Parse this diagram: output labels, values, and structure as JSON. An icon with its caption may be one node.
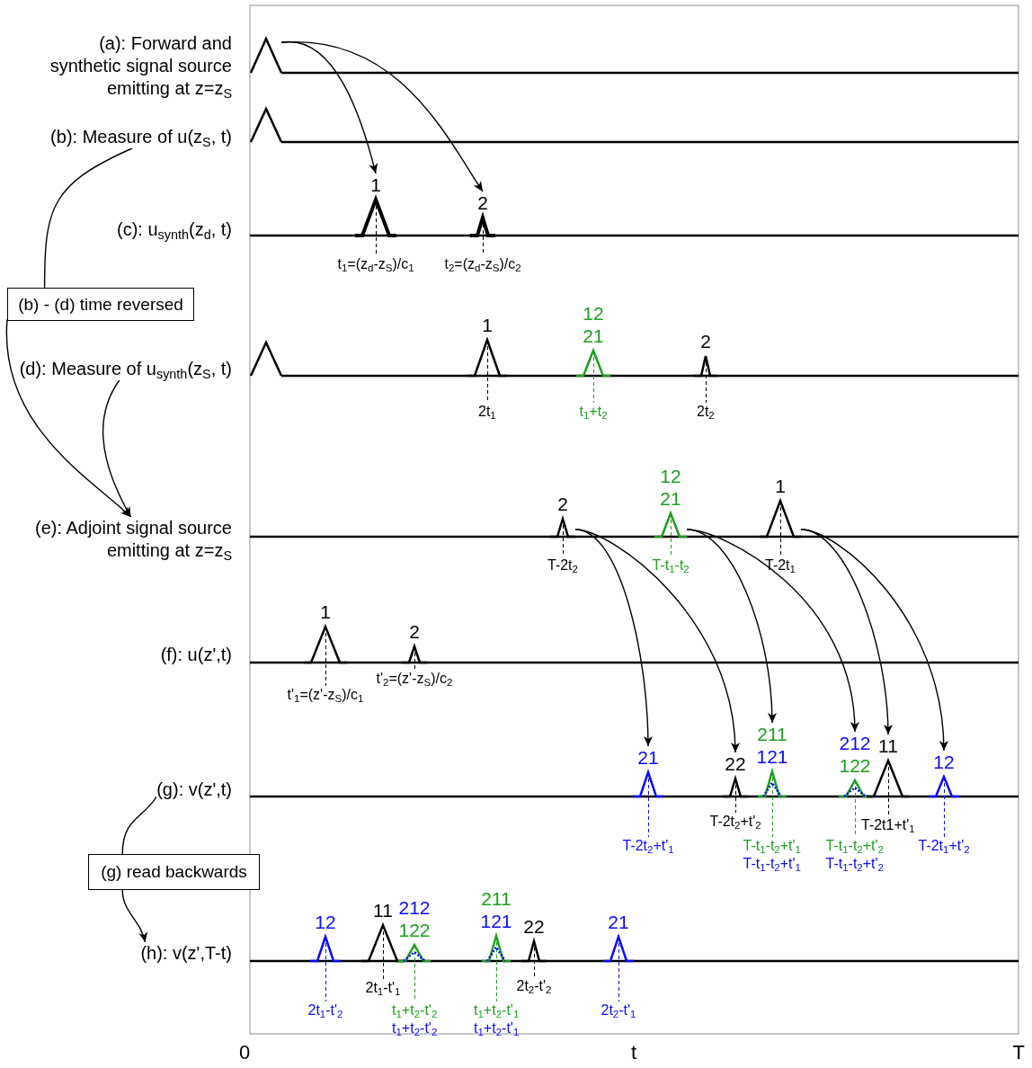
{
  "diagram": {
    "nodes": [
      {
        "text": [
          "(a): Forward and synthetic signal source emitting at z=z$_{S}$"
        ]
      },
      {
        "text": [],
        "shape": "triangle"
      },
      {
        "text": [
          "(b): Measure of u(z$_{S}$, t)"
        ]
      },
      {
        "text": [],
        "shape": "triangle"
      },
      {
        "text": [
          "(c): u$_{synth}$(z$_{d}$, t)"
        ]
      },
      {
        "text": [
          "1"
        ],
        "beside": [
          "t$_{1}$=(z$_{d}$-z$_{S}$)/c$_{1}$"
        ]
      },
      {
        "text": [
          "2"
        ],
        "beside": [
          "t$_{2}$=(z$_{d}$-z$_{S}$)/c$_{2}$"
        ]
      },
      {
        "text": [
          "(b) - (d) time reversed"
        ]
      },
      {
        "text": [
          "(d): Measure of u$_{synth}$(z$_{S}$, t)"
        ]
      },
      {
        "text": [],
        "shape": "triangle"
      },
      {
        "text": [
          "1"
        ],
        "beside": [
          "2t$_{1}$"
        ]
      },
      {
        "text": [
          "12",
          "21"
        ],
        "beside": [
          "t$_{1}$+t$_{2}$"
        ]
      },
      {
        "text": [
          "2"
        ],
        "beside": [
          "2t$_{2}$"
        ]
      },
      {
        "text": [
          "(e): Adjoint signal source emitting at z=z$_{S}$"
        ]
      },
      {
        "text": [
          "2"
        ],
        "beside": [
          "T-2t$_{2}$"
        ]
      },
      {
        "text": [
          "12",
          "21"
        ],
        "beside": [
          "T-t$_{1}$-t$_{2}$"
        ]
      },
      {
        "text": [
          "1"
        ],
        "beside": [
          "T-2t$_{1}$"
        ]
      },
      {
        "text": [
          "(f): u(z',t)"
        ]
      },
      {
        "text": [
          "1"
        ],
        "beside": [
          "t'$_{1}$=(z'-z$_{S}$)/c$_{1}$"
        ]
      },
      {
        "text": [
          "2"
        ],
        "beside": [
          "t'$_{2}$=(z'-z$_{S}$)/c$_{2}$"
        ]
      },
      {
        "text": [
          "(g): v(z',t)"
        ]
      },
      {
        "text": [
          "21"
        ],
        "beside": [
          "T-2t$_{2}$+t'$_{1}$"
        ]
      },
      {
        "text": [
          "22"
        ],
        "beside": [
          "T-2t$_{2}$+t'$_{2}$"
        ]
      },
      {
        "text": [
          "211",
          "121"
        ],
        "beside": [
          "T-t$_{1}$-t$_{2}$+t'$_{1}$",
          "T-t$_{1}$-t$_{2}$+t'$_{1}$"
        ]
      },
      {
        "text": [
          "212",
          "122"
        ],
        "beside": [
          "T-t$_{1}$-t$_{2}$+t'$_{2}$",
          "T-t$_{1}$-t$_{2}$+t'$_{2}$"
        ]
      },
      {
        "text": [
          "11"
        ],
        "beside": [
          "T-2t1+t'$_{1}$"
        ]
      },
      {
        "text": [
          "12"
        ],
        "beside": [
          "T-2t$_{1}$+t'$_{2}$"
        ]
      },
      {
        "text": [
          "(g) read backwards"
        ]
      },
      {
        "text": [
          "(h): v(z',T-t)"
        ]
      },
      {
        "text": [
          "12"
        ],
        "beside": [
          "2t$_{1}$-t'$_{2}$"
        ]
      },
      {
        "text": [
          "11"
        ],
        "beside": [
          "2t$_{1}$-t'$_{1}$"
        ]
      },
      {
        "text": [
          "212",
          "122"
        ],
        "beside": [
          "t$_{1}$+t$_{2}$-t'$_{2}$",
          "t$_{1}$+t$_{2}$-t'$_{2}$"
        ]
      },
      {
        "text": [
          "211",
          "121"
        ],
        "beside": [
          "t$_{1}$+t$_{2}$-t'$_{1}$",
          "t$_{1}$+t$_{2}$-t'$_{1}$"
        ]
      },
      {
        "text": [
          "22"
        ],
        "beside": [
          "2t$_{2}$-t'$_{2}$"
        ]
      },
      {
        "text": [
          "21"
        ],
        "beside": [
          "2t$_{2}$-t'$_{1}$"
        ]
      }
    ],
    "edges": [
      {
        "from": 1,
        "to": 5,
        "arrow": "to"
      },
      {
        "from": 1,
        "to": 6,
        "arrow": "to"
      },
      {
        "from": 2,
        "to": 7,
        "arrow": "none"
      },
      {
        "from": 7,
        "to": 13,
        "arrow": "to"
      },
      {
        "from": 8,
        "to": 13,
        "arrow": "to"
      },
      {
        "from": 14,
        "to": 21,
        "arrow": "to"
      },
      {
        "from": 14,
        "to": 22,
        "arrow": "to"
      },
      {
        "from": 15,
        "to": 23,
        "arrow": "to"
      },
      {
        "from": 15,
        "to": 24,
        "arrow": "to"
      },
      {
        "from": 16,
        "to": 25,
        "arrow": "to"
      },
      {
        "from": 16,
        "to": 26,
        "arrow": "to"
      },
      {
        "from": 20,
        "to": 27,
        "arrow": "none"
      },
      {
        "from": 27,
        "to": 28,
        "arrow": "to"
      }
    ],
    "labels": [
      "0",
      "t",
      "T"
    ]
  }
}
